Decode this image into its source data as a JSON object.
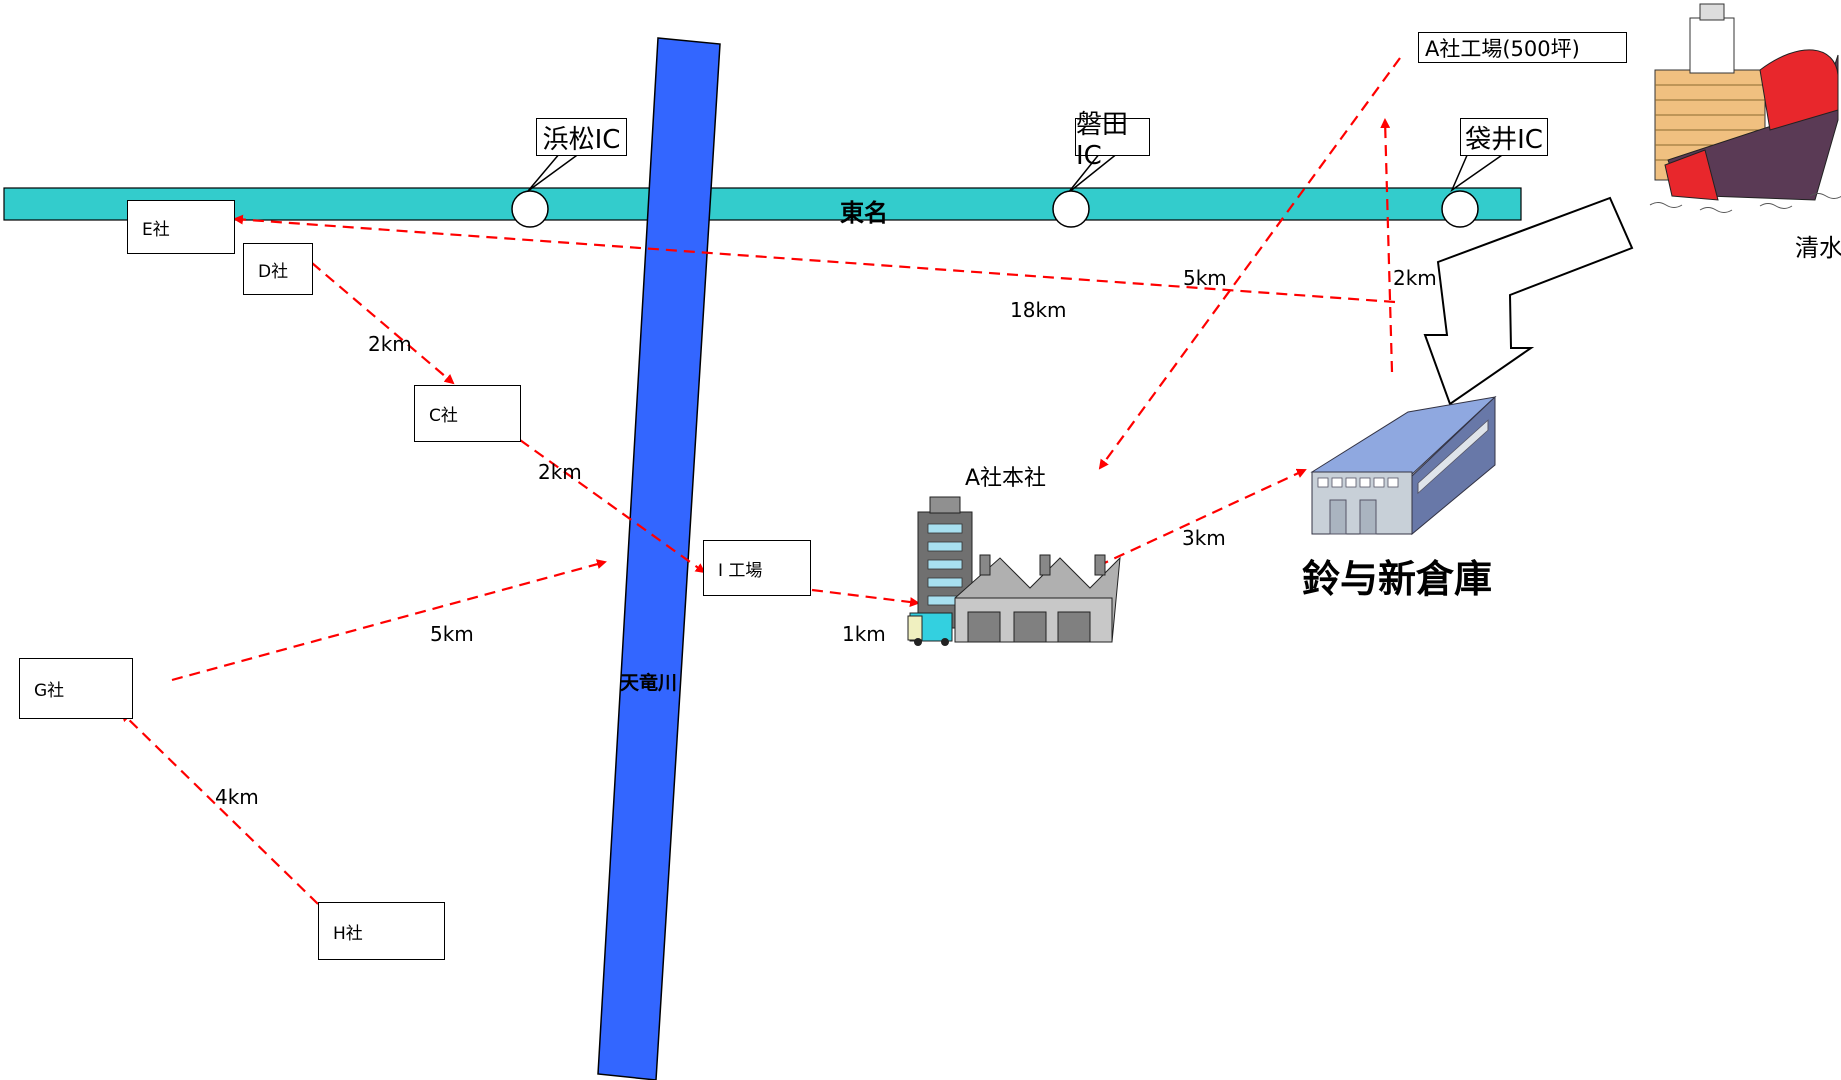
{
  "highway": {
    "label": "東名",
    "color": "#33cccc"
  },
  "river": {
    "label": "天竜川",
    "color": "#3366ff"
  },
  "interchanges": [
    {
      "label": "浜松IC"
    },
    {
      "label": "磐田IC"
    },
    {
      "label": "袋井IC"
    }
  ],
  "companies": {
    "e": "E社",
    "d": "D社",
    "c": "C社",
    "i": "I 工場",
    "g": "G社",
    "h": "H社",
    "a_factory": "A社工場(500坪)"
  },
  "places": {
    "a_hq": "A社本社",
    "warehouse": "鈴与新倉庫",
    "shimizu": "清水"
  },
  "distances": {
    "d_c": "2km",
    "c_i": "2km",
    "i_a": "1km",
    "g_i": "5km",
    "h_g": "4km",
    "a_wh": "3km",
    "e_18": "18km",
    "a_factory": "5km",
    "wh_2": "2km"
  },
  "colors": {
    "arrow": "#ff0000",
    "ship_hull": "#e8272c",
    "ship_body": "#5a3a55"
  }
}
